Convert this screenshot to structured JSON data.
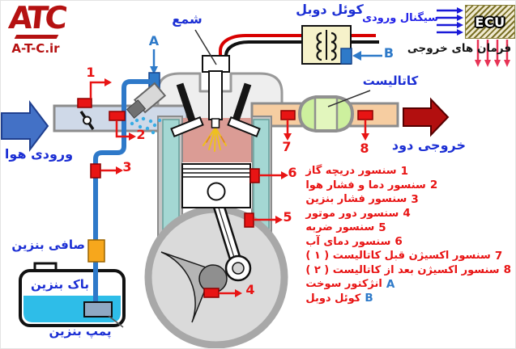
{
  "colors": {
    "marker_red": "#e81414",
    "label_blue": "#1c2fd4",
    "letter_blue": "#2e7ac9",
    "input_arrow_blue": "#1a1ad8",
    "output_arrow_red": "#e73355",
    "catalyst_green": "#cdf09e",
    "coolant_teal": "#a4d7d3",
    "chamber_pink": "#db9c95",
    "intake_pipe": "#cfd9e8",
    "exhaust_pipe": "#f6cda1",
    "fuel_cyan": "#2ebde8",
    "filter_orange": "#f7a71c"
  },
  "logo": {
    "brand": "ATC",
    "site": "A-T-C.ir"
  },
  "ecu": {
    "name": "ECU",
    "input_signals": "سیگنال ورودی",
    "output_commands": "فرمان های خروجی"
  },
  "engine_labels": {
    "spark_plug": "شمع",
    "ignition_coil": "کوئل دوبل",
    "catalyst": "کاتالیست",
    "air_inlet": "ورودی هوا",
    "exhaust_outlet": "خروجی دود"
  },
  "fuel_system": {
    "filter": "صافی بنزین",
    "tank": "باک بنزین",
    "pump": "پمپ بنزین"
  },
  "markers": {
    "m1": "1",
    "m2": "2",
    "m3": "3",
    "m4": "4",
    "m5": "5",
    "m6": "6",
    "m7": "7",
    "m8": "8",
    "a": "A",
    "b": "B"
  },
  "legend": {
    "items": [
      {
        "key": "1",
        "label": "سنسور دریچه گاز"
      },
      {
        "key": "2",
        "label": "سنسور دما و فشار هوا"
      },
      {
        "key": "3",
        "label": "سنسور فشار بنزین"
      },
      {
        "key": "4",
        "label": "سنسور دور موتور"
      },
      {
        "key": "5",
        "label": "سنسور ضربه"
      },
      {
        "key": "6",
        "label": "سنسور دمای آب"
      },
      {
        "key": "7",
        "label": "سنسور اکسیژن قبل کاتالیست ( ۱ )"
      },
      {
        "key": "8",
        "label": "سنسور اکسیژن بعد از کاتالیست ( ۲ )"
      },
      {
        "key": "A",
        "label": "انژکتور سوخت"
      },
      {
        "key": "B",
        "label": "کوئل دوبل"
      }
    ]
  }
}
